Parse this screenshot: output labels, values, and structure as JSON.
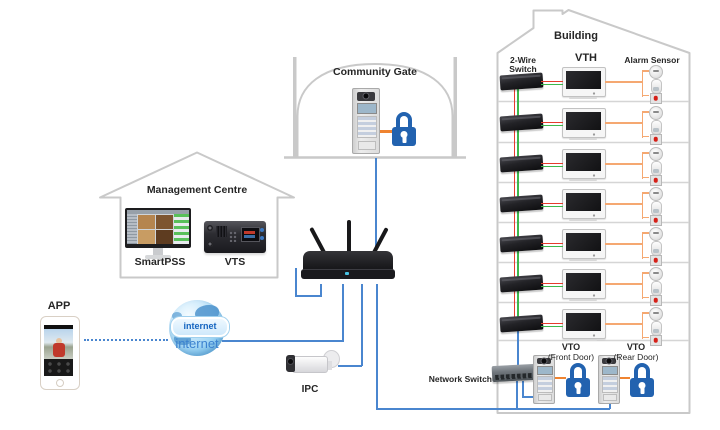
{
  "app": {
    "label": "APP"
  },
  "internet": {
    "badge": "internet",
    "label": "internet"
  },
  "ipc": {
    "label": "IPC"
  },
  "management_centre": {
    "title": "Management Centre",
    "smartpss_label": "SmartPSS",
    "vts_label": "VTS"
  },
  "community_gate": {
    "title": "Community Gate"
  },
  "building": {
    "title": "Building",
    "columns": {
      "switch": "2-Wire Switch",
      "vth": "VTH",
      "alarm": "Alarm Sensor"
    },
    "floor_count": 7,
    "network_switch_label": "Network Switch",
    "vto_front": {
      "name": "VTO",
      "sub": "(Front Door)"
    },
    "vto_rear": {
      "name": "VTO",
      "sub": "(Rear Door)"
    }
  },
  "icons": {
    "padlock": "padlock-icon",
    "internet_globe": "internet-globe-icon",
    "smartphone": "smartphone-icon",
    "bullet_camera": "bullet-camera-icon",
    "router": "wifi-router-icon",
    "smoke_detector": "smoke-detector-icon",
    "pir_sensor": "pir-sensor-icon",
    "panic_button": "panic-button-icon"
  },
  "colors": {
    "line_blue": "#4a86cf",
    "line_orange": "#ef8330",
    "bracket_orange": "#f5a871",
    "line_red": "#e63b2e",
    "line_green": "#3db84b",
    "outline_gray": "#c9c9c9",
    "lock_blue": "#2262af",
    "internet_blue": "#3b82d0",
    "text_dark": "#262626"
  }
}
